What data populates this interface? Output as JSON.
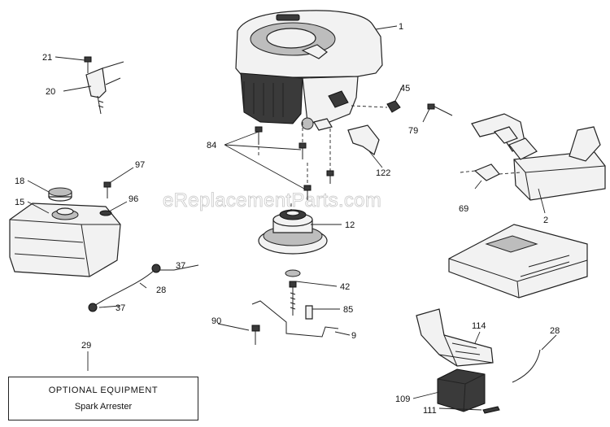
{
  "watermark": "eReplacementParts.com",
  "callouts": {
    "c1": "1",
    "c2": "2",
    "c9": "9",
    "c12": "12",
    "c15": "15",
    "c18": "18",
    "c20": "20",
    "c21": "21",
    "c28a": "28",
    "c28b": "28",
    "c29": "29",
    "c37a": "37",
    "c37b": "37",
    "c42": "42",
    "c45": "45",
    "c69": "69",
    "c79": "79",
    "c84": "84",
    "c85": "85",
    "c90": "90",
    "c96": "96",
    "c97": "97",
    "c109": "109",
    "c111": "111",
    "c114": "114",
    "c122": "122"
  },
  "optional_box": {
    "title": "OPTIONAL EQUIPMENT",
    "subtitle": "Spark Arrester"
  }
}
